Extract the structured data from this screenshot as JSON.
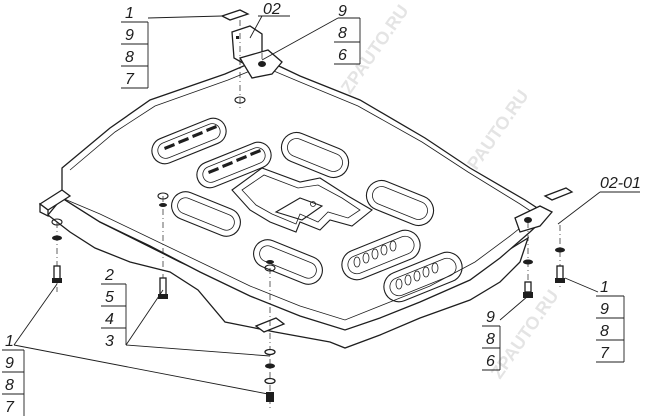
{
  "drawing": {
    "watermark": "ZPAUTO.RU",
    "callouts": {
      "top_left_stack": [
        "1",
        "9",
        "8",
        "7"
      ],
      "top_mid_label": "02",
      "top_right_stack": [
        "9",
        "8",
        "6"
      ],
      "right_label": "02-01",
      "right_stack": [
        "1",
        "9",
        "8",
        "7"
      ],
      "mid_right_stack": [
        "9",
        "8",
        "6"
      ],
      "left_mid_stack": [
        "2",
        "5",
        "4",
        "3"
      ],
      "bottom_left_stack": [
        "1",
        "9",
        "8",
        "7"
      ]
    }
  }
}
